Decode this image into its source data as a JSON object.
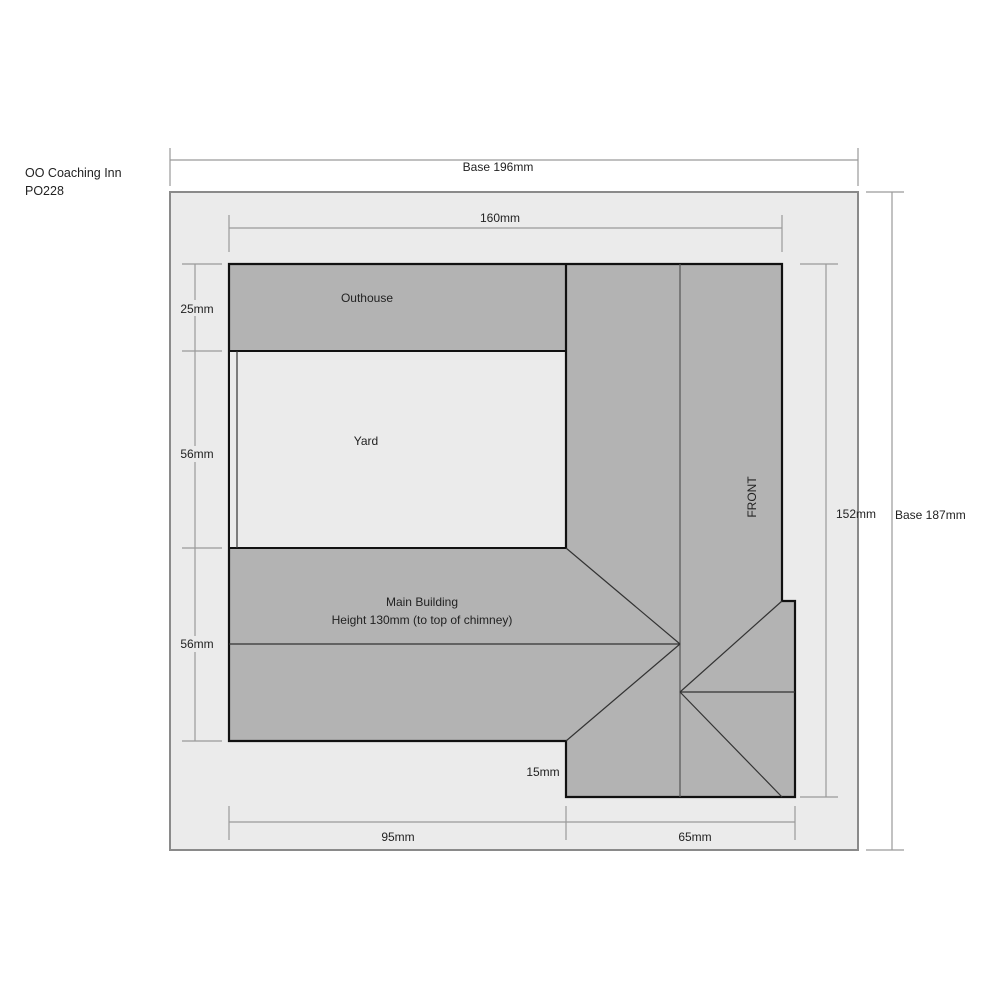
{
  "title": {
    "name": "OO Coaching Inn",
    "code": "PO228"
  },
  "colors": {
    "base": "#ebebeb",
    "roof": "#b3b3b3",
    "yard": "#ebebeb",
    "dimension": "#9a9a9a"
  },
  "dimensions": {
    "base_width": "Base 196mm",
    "base_depth": "Base 187mm",
    "overall_width": "160mm",
    "overall_depth": "152mm",
    "outhouse_depth": "25mm",
    "yard_depth": "56mm",
    "main_depth": "56mm",
    "step": "15mm",
    "main_width": "95mm",
    "wing_width": "65mm"
  },
  "labels": {
    "outhouse": "Outhouse",
    "yard": "Yard",
    "main_building": "Main Building",
    "main_height": "Height 130mm (to top of chimney)",
    "front": "FRONT"
  }
}
